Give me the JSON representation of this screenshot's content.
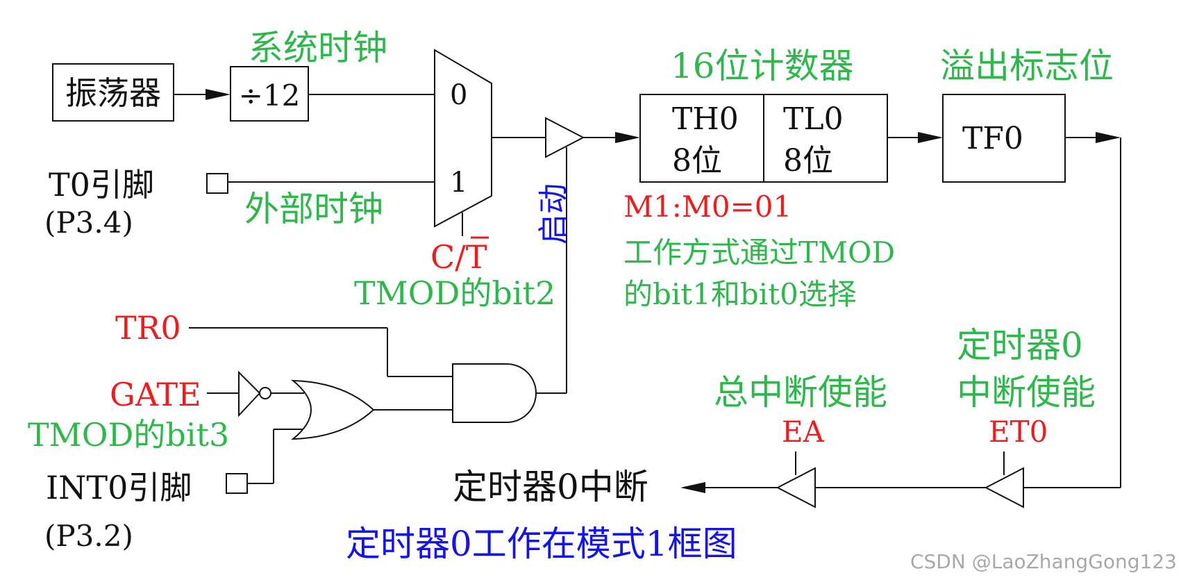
{
  "diagram": {
    "caption": "定时器0工作在模式1框图",
    "watermark": "CSDN @LaoZhangGong123",
    "oscillator": "振荡器",
    "divider": "÷12",
    "system_clock": "系统时钟",
    "t0_pin_line1": "T0引脚",
    "t0_pin_line2": "(P3.4)",
    "external_clock": "外部时钟",
    "mux_input_0": "0",
    "mux_input_1": "1",
    "ct_label": "C/T",
    "ct_source": "TMOD的bit2",
    "start_label": "启动",
    "counter_title": "16位计数器",
    "th0": "TH0",
    "th0_bits": "8位",
    "tl0": "TL0",
    "tl0_bits": "8位",
    "mode_bits": "M1:M0=01",
    "mode_note_line1": "工作方式通过TMOD",
    "mode_note_line2": "的bit1和bit0选择",
    "overflow_title": "溢出标志位",
    "tf0": "TF0",
    "tr0": "TR0",
    "gate": "GATE",
    "gate_source": "TMOD的bit3",
    "int0_pin_line1": "INT0引脚",
    "int0_pin_line2": "(P3.2)",
    "global_enable": "总中断使能",
    "ea": "EA",
    "timer_enable_line1": "定时器0",
    "timer_enable_line2": "中断使能",
    "et0": "ET0",
    "timer_interrupt": "定时器0中断"
  }
}
